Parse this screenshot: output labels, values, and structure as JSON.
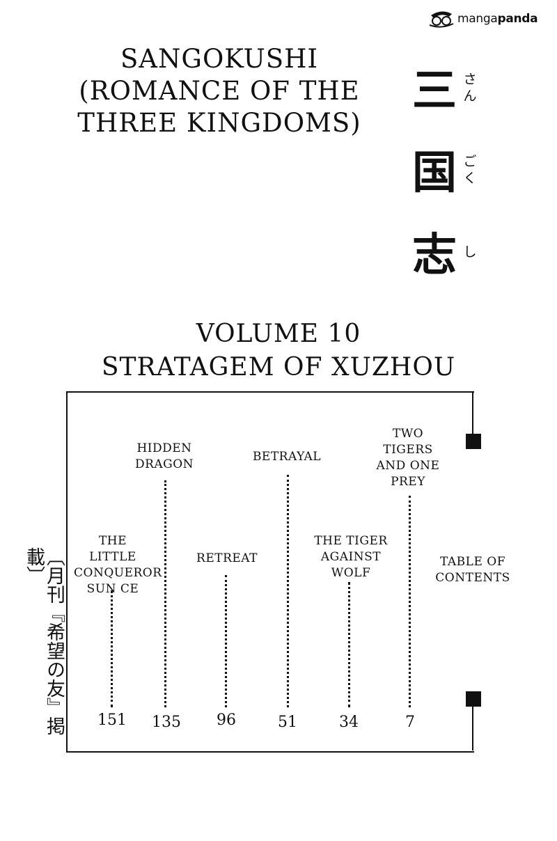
{
  "logo": {
    "prefix": "manga",
    "suffix": "panda",
    "icon": "manga-panda-logo-icon"
  },
  "title": {
    "lines": [
      "Sangokushi",
      "(Romance of the",
      "Three Kingdoms)"
    ]
  },
  "kanji": [
    {
      "char": "三",
      "furigana": "さ\nん"
    },
    {
      "char": "国",
      "furigana": "ご\nく"
    },
    {
      "char": "志",
      "furigana": "し"
    }
  ],
  "volume": {
    "line1": "Volume 10",
    "line2": "Stratagem of Xuzhou"
  },
  "side_note": "〔月刊『希望の友』掲載〕",
  "toc": {
    "entries": [
      {
        "title": "The Little\nConqueror\nSun Ce",
        "page": "151"
      },
      {
        "title": "Hidden\nDragon",
        "page": "135"
      },
      {
        "title": "Retreat",
        "page": "96"
      },
      {
        "title": "Betrayal",
        "page": "51"
      },
      {
        "title": "The Tiger\nAgainst\nWolf",
        "page": "34"
      },
      {
        "title": "Two\nTigers\nand One\nPrey",
        "page": "7"
      },
      {
        "title": "Table of\nContents",
        "page": ""
      }
    ]
  }
}
